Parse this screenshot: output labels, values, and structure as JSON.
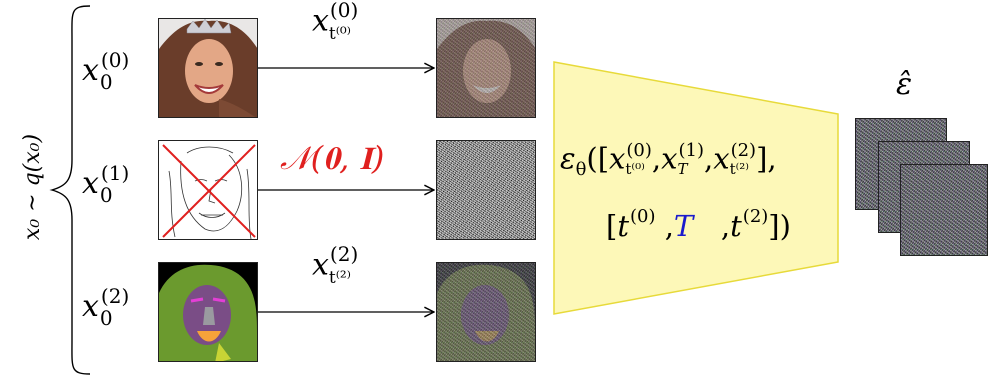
{
  "left_label": "x₀ ∼ q(x₀)",
  "rows": [
    {
      "var": "x",
      "sub": "0",
      "sup": "(0)",
      "arrow_main": "x",
      "arrow_sup": "(0)",
      "arrow_sub": "t⁽⁰⁾"
    },
    {
      "var": "x",
      "sub": "0",
      "sup": "(1)",
      "arrow_label": "𝒩(𝟎, 𝐈)"
    },
    {
      "var": "x",
      "sub": "0",
      "sup": "(2)",
      "arrow_main": "x",
      "arrow_sup": "(2)",
      "arrow_sub": "t⁽²⁾"
    }
  ],
  "network": {
    "line1_eps": "ε",
    "line1_theta": "θ",
    "line1_open": "([",
    "line1_terms": [
      {
        "main": "x",
        "sup": "(0)",
        "sub": "t⁽⁰⁾"
      },
      {
        "main": "x",
        "sup": "(1)",
        "sub": "T"
      },
      {
        "main": "x",
        "sup": "(2)",
        "sub": "t⁽²⁾"
      }
    ],
    "line1_close": "],",
    "line2_open": "[",
    "line2_t0": "t",
    "line2_t0_sup": "(0)",
    "line2_T": "T",
    "line2_t2": "t",
    "line2_t2_sup": "(2)",
    "line2_close": "])"
  },
  "output_label": "ε̂",
  "colors": {
    "noise_label": "#e0201f",
    "T_label": "#1a1acc",
    "network_fill": "#fdf8b8",
    "network_stroke": "#e7da3a"
  }
}
